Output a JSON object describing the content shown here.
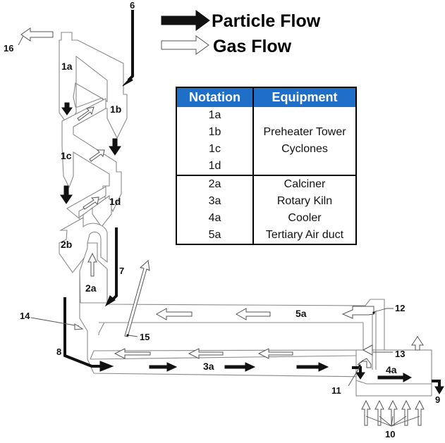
{
  "legend": {
    "particle_flow_label": "Particle Flow",
    "gas_flow_label": "Gas Flow"
  },
  "table": {
    "headers": [
      "Notation",
      "Equipment"
    ],
    "header_color": "#1f6fc8",
    "groups": [
      {
        "notations": [
          "1a",
          "1b",
          "1c",
          "1d"
        ],
        "equipment_lines": [
          "Preheater Tower",
          "Cyclones"
        ]
      },
      {
        "rows": [
          {
            "notation": "2a",
            "equipment": "Calciner"
          },
          {
            "notation": "3a",
            "equipment": "Rotary Kiln"
          },
          {
            "notation": "4a",
            "equipment": "Cooler"
          },
          {
            "notation": "5a",
            "equipment": "Tertiary Air duct"
          }
        ]
      }
    ]
  },
  "equipment_labels": {
    "cyclone_1a": "1a",
    "cyclone_1b": "1b",
    "cyclone_1c": "1c",
    "cyclone_1d": "1d",
    "cyclone_2b": "2b",
    "calciner": "2a",
    "kiln": "3a",
    "cooler": "4a",
    "tertiary_duct": "5a"
  },
  "stream_numbers": {
    "s6": "6",
    "s7": "7",
    "s8": "8",
    "s9": "9",
    "s10": "10",
    "s11": "11",
    "s12": "12",
    "s13": "13",
    "s14": "14",
    "s15": "15",
    "s16": "16"
  },
  "icons": {
    "particle_flow": "solid-black-arrow",
    "gas_flow": "hollow-white-arrow"
  }
}
